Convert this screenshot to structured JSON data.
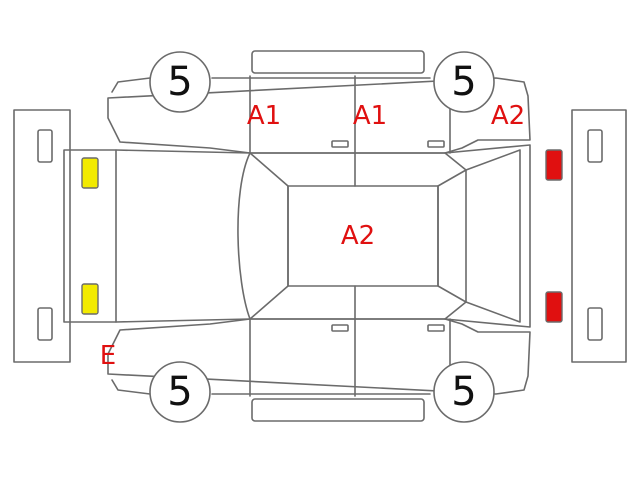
{
  "colors": {
    "outline": "#6b6b6b",
    "mark_text": "#e01010",
    "front_lamp": "#f2ea00",
    "rear_lamp": "#e01010"
  },
  "tires": {
    "top_front": "5",
    "top_rear": "5",
    "bottom_front": "5",
    "bottom_rear": "5"
  },
  "marks": {
    "top_front_door": "A1",
    "top_rear_door": "A1",
    "top_rear_quarter": "A2",
    "roof": "A2",
    "bottom_front_fender": "E"
  }
}
